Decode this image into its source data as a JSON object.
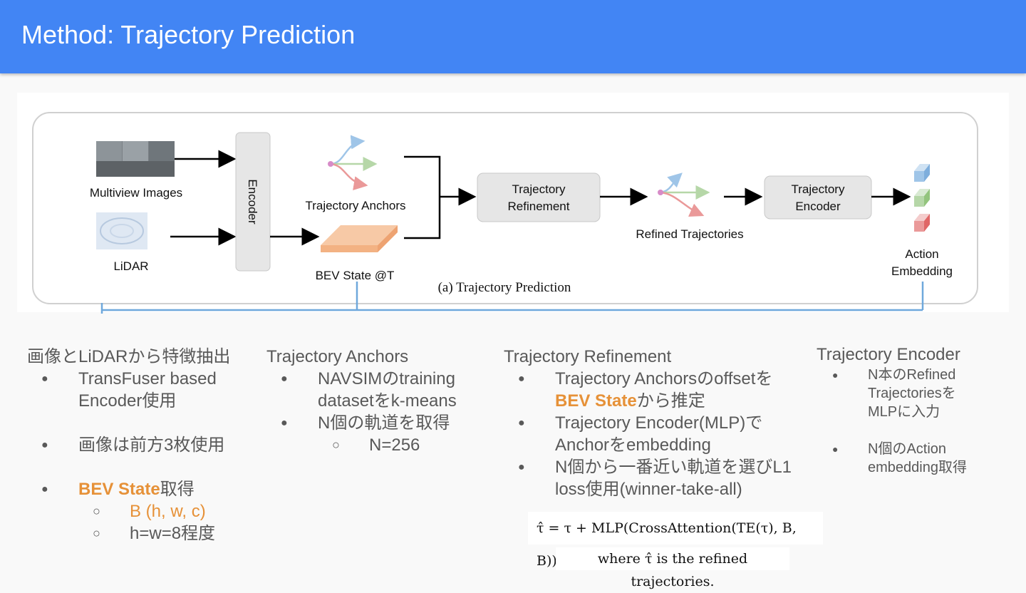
{
  "header": {
    "title": "Method: Trajectory Prediction",
    "bg": "#4285f4"
  },
  "figure": {
    "multiview_label": "Multiview Images",
    "lidar_label": "LiDAR",
    "encoder_label": "Encoder",
    "anchors_label": "Trajectory Anchors",
    "bev_label": "BEV State @T",
    "refinement_label": "Trajectory Refinement",
    "refined_label": "Refined Trajectories",
    "traj_encoder_label": "Trajectory Encoder",
    "action_label": "Action Embedding",
    "caption": "(a) Trajectory Prediction"
  },
  "col1": {
    "heading": "画像とLiDARから特徴抽出",
    "b1": "TransFuser based Encoder使用",
    "b2": "画像は前方3枚使用",
    "b3_orange": "BEV State",
    "b3_rest": "取得",
    "s1": "B (h, w, c)",
    "s2": "h=w=8程度"
  },
  "col2": {
    "heading": "Trajectory Anchors",
    "b1": "NAVSIMのtraining datasetをk-means",
    "b2": "N個の軌道を取得",
    "s1": "N=256"
  },
  "col3": {
    "heading": "Trajectory Refinement",
    "b1_a": "Trajectory Anchorsのoffsetを",
    "b1_orange": "BEV State",
    "b1_b": "から推定",
    "b2": "Trajectory Encoder(MLP)でAnchorをembedding",
    "b3": "N個から一番近い軌道を選びL1 loss使用(winner-take-all)"
  },
  "col4": {
    "heading": "Trajectory Encoder",
    "b1": "N本のRefined Trajectoriesを MLPに入力",
    "b2": "N個のAction embedding取得"
  },
  "equation": {
    "formula": "τ̂ = τ + MLP(CrossAttention(TE(τ), B, B)).",
    "note": "where τ̂ is the refined trajectories."
  },
  "colors": {
    "orange": "#e69138",
    "text": "#595959",
    "connector": "#6fa8dc"
  }
}
